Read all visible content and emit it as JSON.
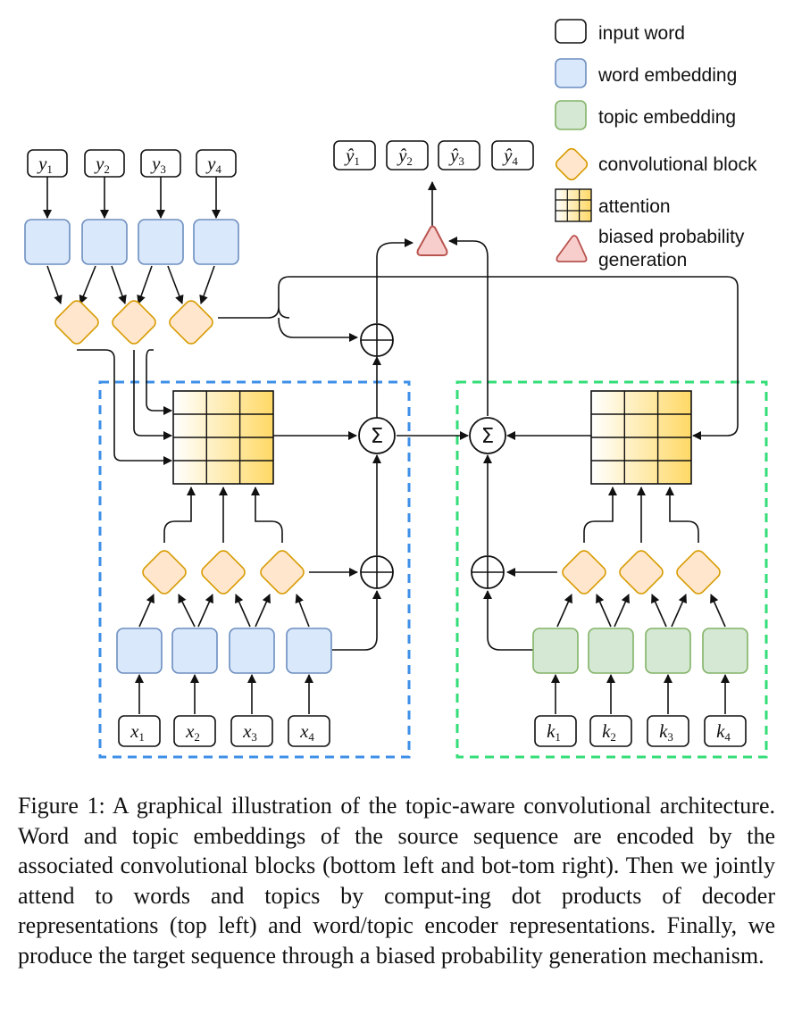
{
  "legend": {
    "input_word": "input word",
    "word_embedding": "word embedding",
    "topic_embedding": "topic embedding",
    "convolutional_block": "convolutional block",
    "attention": "attention",
    "biased_probability_line1": "biased probability",
    "biased_probability_line2": "generation"
  },
  "decoder_inputs": [
    {
      "base": "y",
      "sub": "1"
    },
    {
      "base": "y",
      "sub": "2"
    },
    {
      "base": "y",
      "sub": "3"
    },
    {
      "base": "y",
      "sub": "4"
    }
  ],
  "outputs": [
    {
      "base": "ŷ",
      "sub": "1"
    },
    {
      "base": "ŷ",
      "sub": "2"
    },
    {
      "base": "ŷ",
      "sub": "3"
    },
    {
      "base": "ŷ",
      "sub": "4"
    }
  ],
  "source_words": [
    {
      "base": "x",
      "sub": "1"
    },
    {
      "base": "x",
      "sub": "2"
    },
    {
      "base": "x",
      "sub": "3"
    },
    {
      "base": "x",
      "sub": "4"
    }
  ],
  "topic_words": [
    {
      "base": "k",
      "sub": "1"
    },
    {
      "base": "k",
      "sub": "2"
    },
    {
      "base": "k",
      "sub": "3"
    },
    {
      "base": "k",
      "sub": "4"
    }
  ],
  "operators": {
    "sum": "Σ",
    "add": "⊕"
  },
  "colors": {
    "word_embedding_fill": "#dae8fc",
    "word_embedding_stroke": "#6c8ebf",
    "topic_embedding_fill": "#d5e8d4",
    "topic_embedding_stroke": "#82b366",
    "conv_fill": "#ffe6cc",
    "conv_stroke": "#d79b00",
    "attention_fill_start": "#ffffff",
    "attention_fill_end": "#ffd966",
    "prob_fill": "#f8cecc",
    "prob_stroke": "#b85450",
    "encoder_word_box": "#3d8fe8",
    "encoder_topic_box": "#33dd77"
  },
  "caption": "Figure 1: A graphical illustration of the topic-aware convolutional architecture. Word and topic embeddings of the source sequence are encoded by the associated convolutional blocks (bottom left and bot-tom right). Then we jointly attend to words and topics by comput-ing dot products of decoder representations (top left) and word/topic encoder representations. Finally, we produce the target sequence through a biased probability generation mechanism."
}
